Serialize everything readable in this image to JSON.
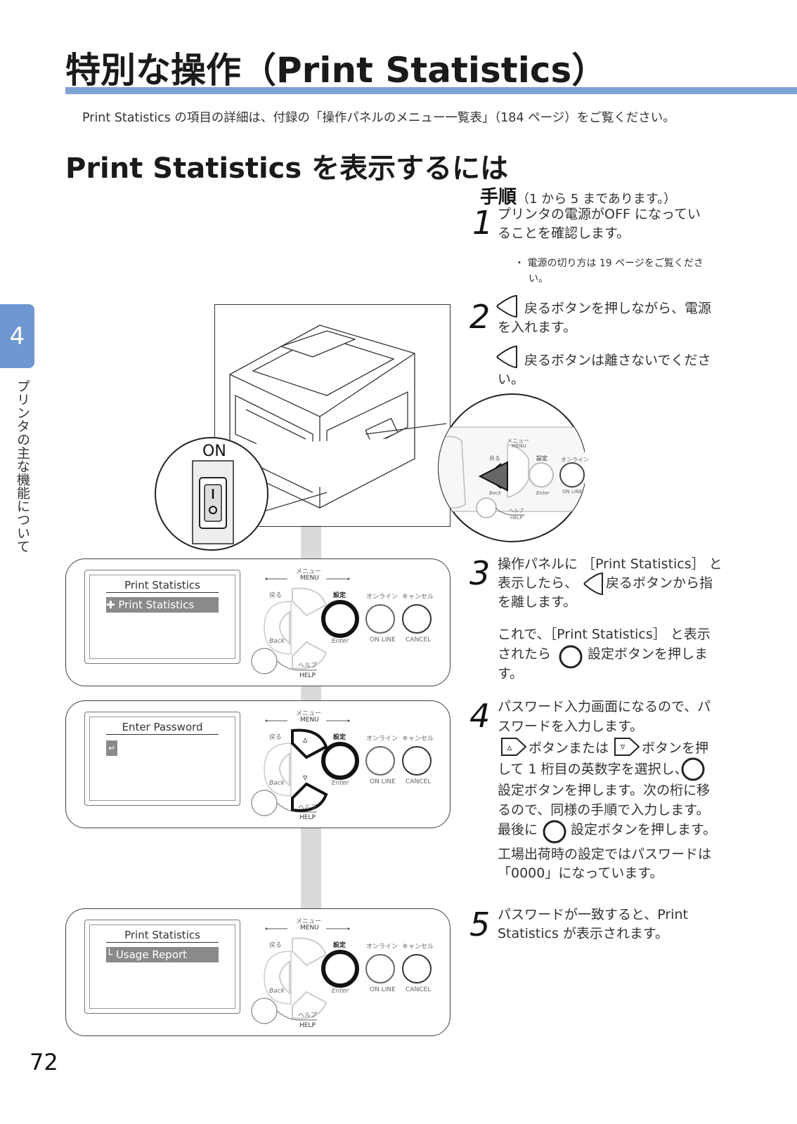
{
  "header": {
    "title": "特別な操作（Print Statistics）",
    "intro": "Print Statistics の項目の詳細は、付録の「操作パネルのメニュー一覧表」（184 ページ）をご覧ください。",
    "subtitle": "Print Statistics を表示するには"
  },
  "steps_head": {
    "label": "手順",
    "note": "（1 から 5 まであります。）"
  },
  "chapter": {
    "number": "4",
    "side_label": "プリンタの主な機能について"
  },
  "page_number": "72",
  "steps": [
    {
      "num": "1",
      "lines": [
        "プリンタの電源がOFF になってい",
        "ることを確認します。"
      ],
      "bullet": [
        "・ 電源の切り方は 19 ページをご覧くださ",
        "い。"
      ]
    },
    {
      "num": "2",
      "lines": [
        "戻るボタンを押しながら、電源",
        "を入れます。"
      ],
      "sub": [
        "戻るボタンは離さないでくださ",
        "い。"
      ]
    },
    {
      "num": "3",
      "lines": [
        "操作パネルに ［Print Statistics］ と",
        "表示したら、",
        "戻るボタンから指",
        "を離します。"
      ],
      "sub": [
        "これで、［Print Statistics］ と表示",
        "されたら",
        "設定ボタンを押しま",
        "す。"
      ]
    },
    {
      "num": "4",
      "lines": [
        "パスワード入力画面になるので、パ",
        "スワードを入力します。",
        "ボタンまたは",
        "ボタンを押",
        "して 1 桁目の英数字を選択し、",
        "設定ボタンを押します。次の桁に移",
        "るので、同様の手順で入力します。",
        "最後に",
        "設定ボタンを押します。",
        "工場出荷時の設定ではパスワードは",
        "「0000」になっています。"
      ]
    },
    {
      "num": "5",
      "lines": [
        "パスワードが一致すると、Print",
        "Statistics が表示されます。"
      ]
    }
  ],
  "illustration": {
    "switch_label": "ON",
    "zoom_labels": {
      "menu_jp": "メニュー",
      "menu": "MENU",
      "back_jp": "戻る",
      "enter_jp": "設定",
      "online_jp": "オンライン",
      "back": "Back",
      "enter": "Enter",
      "online": "ON LINE",
      "help_jp": "ヘルプ",
      "help": "HELP"
    }
  },
  "panel_labels": {
    "menu_jp": "メニュー",
    "menu": "MENU",
    "back_jp": "戻る",
    "enter_jp": "設定",
    "online_jp": "オンライン",
    "cancel_jp": "キャンセル",
    "back": "Back",
    "enter": "Enter",
    "online": "ON LINE",
    "cancel": "CANCEL",
    "help_jp": "ヘルプ",
    "help": "HELP"
  },
  "panels": [
    {
      "lcd_title": "Print Statistics",
      "lcd_row": "Print Statistics",
      "row_prefix": "✚"
    },
    {
      "lcd_title": "Enter Password",
      "lcd_cursor": "↵"
    },
    {
      "lcd_title": "Print Statistics",
      "lcd_row": "Usage Report",
      "row_prefix": "└"
    }
  ]
}
